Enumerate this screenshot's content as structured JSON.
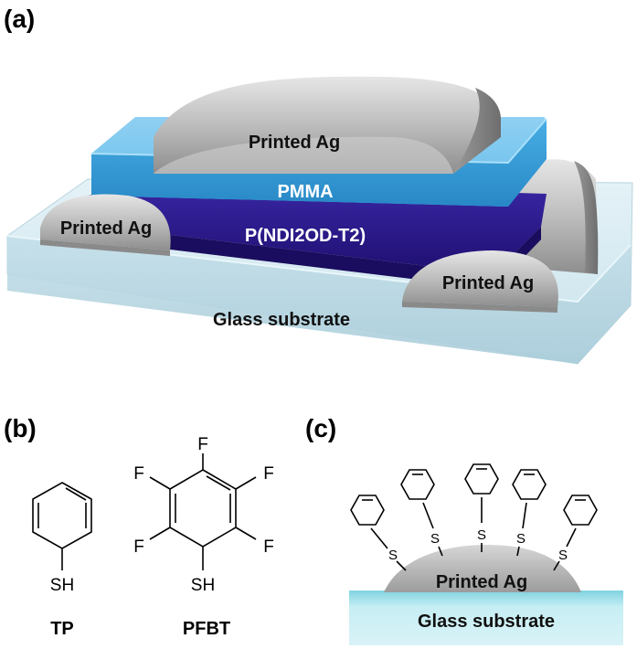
{
  "panel_a": {
    "label": "(a)",
    "layers": {
      "top_electrode": "Printed Ag",
      "dielectric": "PMMA",
      "left_electrode": "Printed Ag",
      "semiconductor": "P(NDI2OD-T2)",
      "right_electrode": "Printed Ag",
      "substrate": "Glass substrate"
    },
    "colors": {
      "glass": "#cfe6ef",
      "pmma": "#3aa2dc",
      "semiconductor": "#2d1a8c",
      "silver": "#b9b9b9"
    }
  },
  "panel_b": {
    "label": "(b)",
    "tp": {
      "name": "TP",
      "thiol": "SH"
    },
    "pfbt": {
      "name": "PFBT",
      "thiol": "SH",
      "substituent": "F"
    }
  },
  "panel_c": {
    "label": "(c)",
    "electrode": "Printed Ag",
    "substrate": "Glass substrate",
    "sulfur": "S"
  }
}
